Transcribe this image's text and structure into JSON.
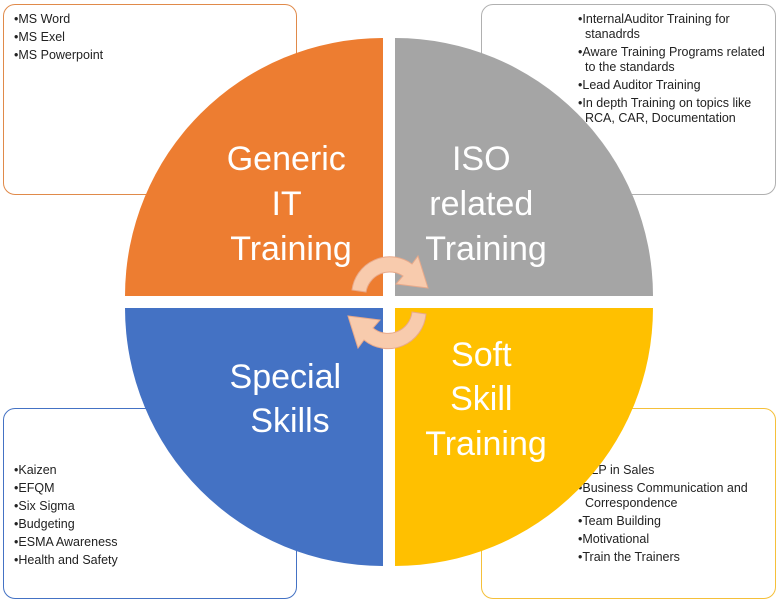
{
  "quadrants": {
    "generic_it": {
      "label_lines": [
        "Generic",
        "IT",
        "Training"
      ],
      "color": "#ED7D31",
      "items": [
        "MS Word",
        "MS Exel",
        "MS Powerpoint"
      ]
    },
    "iso": {
      "label_lines": [
        "ISO",
        "related",
        "Training"
      ],
      "color": "#A5A5A5",
      "items": [
        "InternalAuditor Training for stanadrds",
        "Aware Training Programs related to the standards",
        "Lead Auditor Training",
        "In depth Training on topics like RCA, CAR, Documentation"
      ]
    },
    "special": {
      "label_lines": [
        "Special",
        "Skills"
      ],
      "color": "#4472C4",
      "items": [
        "Kaizen",
        "EFQM",
        "Six Sigma",
        "Budgeting",
        "ESMA Awareness",
        "Health and Safety"
      ]
    },
    "soft": {
      "label_lines": [
        "Soft",
        "Skill",
        "Training"
      ],
      "color": "#FFC000",
      "items": [
        "NLP in Sales",
        "Business Communication and Correspondence",
        "Team Building",
        "Motivational",
        "Train the Trainers"
      ]
    }
  },
  "center_arrows": {
    "color": "#F8CBAD",
    "icon": "circular-arrows-icon"
  }
}
